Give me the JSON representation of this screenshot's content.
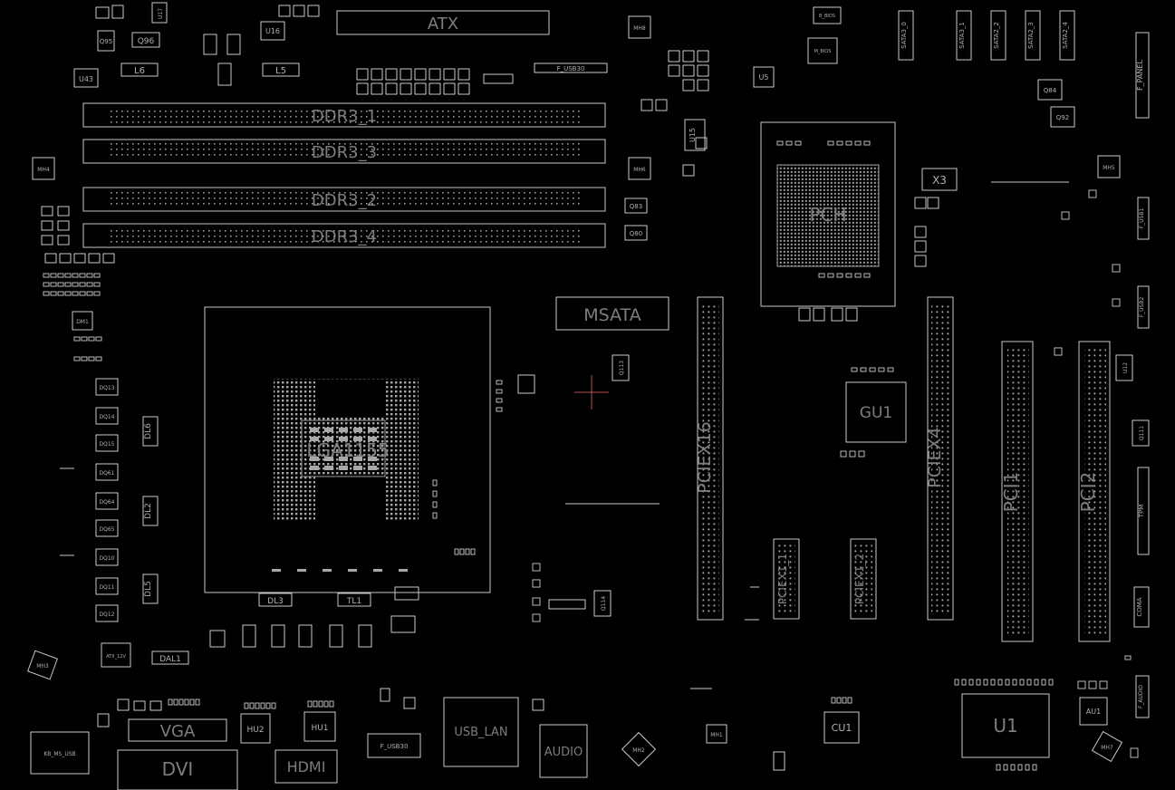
{
  "board": {
    "background": "#000000",
    "outline_color": "#c8c8c8",
    "cursor_color": "#ff6e6e"
  },
  "labels": {
    "atx": "ATX",
    "ddr3_1": "DDR3_1",
    "ddr3_3": "DDR3_3",
    "ddr3_2": "DDR3_2",
    "ddr3_4": "DDR3_4",
    "msata": "MSATA",
    "pch": "PCH",
    "x3": "X3",
    "gu1": "GU1",
    "cpu_socket": "LGA1155",
    "pciex16": "PCIEX16",
    "pciex4": "PCIEX4",
    "pciex1_1": "PCIEX1_1",
    "pciex1_2": "PCIEX1_2",
    "pci1": "PCI1",
    "pci2": "PCI2",
    "vga": "VGA",
    "dvi": "DVI",
    "hdmi": "HDMI",
    "usb_lan": "USB_LAN",
    "audio": "AUDIO",
    "cu1": "CU1",
    "u1": "U1",
    "au1": "AU1",
    "dl6": "DL6",
    "dl2": "DL2",
    "dl5": "DL5",
    "dl3": "DL3",
    "tl1": "TL1",
    "dal1": "DAL1",
    "l6": "L6",
    "l5": "L5",
    "u43": "U43",
    "q96": "Q96",
    "q95": "Q95",
    "u5": "U5",
    "u15": "U15",
    "q84": "Q84",
    "q92": "Q92",
    "q83": "Q83",
    "q80": "Q80",
    "q113": "Q113",
    "q114": "Q114",
    "q111": "Q111",
    "hu2": "HU2",
    "hu1": "HU1",
    "f_usb30_top": "F_USB30",
    "f_usb30_bottom": "F_USB30",
    "f_panel": "F_PANEL",
    "f_usb1": "F_USB1",
    "f_usb2": "F_USB2",
    "tpm": "TPM",
    "com": "COMA",
    "f_audio": "F_AUDIO",
    "sata3_0": "SATA3_0",
    "sata3_1": "SATA3_1",
    "sata2_2": "SATA2_2",
    "sata2_3": "SATA2_3",
    "sata2_4": "SATA2_4",
    "mh1": "MH1",
    "mh2": "MH2",
    "mh3": "MH3",
    "mh4": "MH4",
    "mh5": "MH5",
    "mh6": "MH6",
    "mh7": "MH7",
    "mh8": "MH8",
    "kb_ms_usb": "KB_MS_USB",
    "atx_12v": "ATX_12V",
    "b_bios": "B_BIOS",
    "m_bios": "M_BIOS",
    "u12": "U12",
    "u16": "U16",
    "u17": "U17"
  }
}
